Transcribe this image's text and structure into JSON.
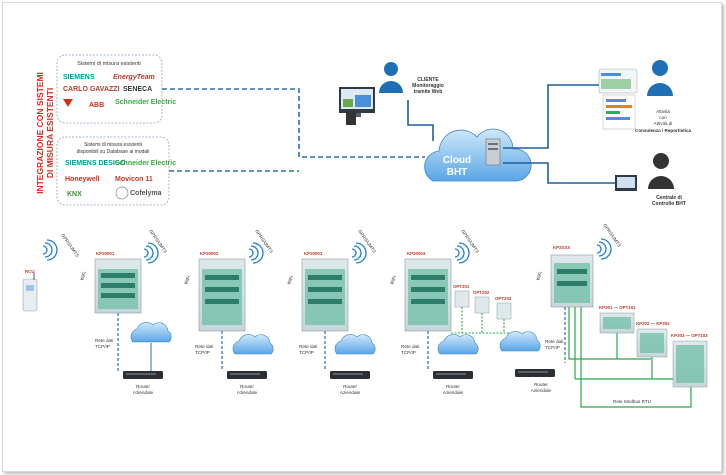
{
  "integration": {
    "title_line1": "INTEGRAZIONE CON SISTEMI",
    "title_line2": "DI MISURA ESISTENTI",
    "box1_title": "Sistemi di misura esistenti",
    "box1_brands": [
      "SIEMENS",
      "EnergyTeam",
      "CARLO GAVAZZI",
      "SENECA",
      "ABB",
      "Schneider Electric"
    ],
    "box2_title_line1": "Sistemi di misura esistenti",
    "box2_title_line2": "disponibili su Database ai modali",
    "box2_brands": [
      "SIEMENS DESIGO",
      "Schneider Electric",
      "Honeywell",
      "Movicon 11",
      "KNX",
      "Cofelyma"
    ]
  },
  "cloud_label_line1": "Cloud",
  "cloud_label_line2": "BHT",
  "client": {
    "line1": "CLIENTE",
    "line2": "Monitoraggio",
    "line3": "tramite Web"
  },
  "support": {
    "line1": "Attività",
    "line2": "con",
    "line3": "Attività di",
    "line4": "Consulenza / Reportistica"
  },
  "control": {
    "line1": "Centrale di",
    "line2": "Controllo BHT"
  },
  "rcu_label": "RCU",
  "gprs_label": "GPRS/UMTS",
  "wifi_label": "WiFi",
  "panels": [
    {
      "tag": "KP20001",
      "net1": "Rete dati",
      "net2": "TCP/IP",
      "router1": "Router",
      "router2": "Aziendale"
    },
    {
      "tag": "KP20002",
      "net1": "Rete dati",
      "net2": "TCP/IP",
      "router1": "Router",
      "router2": "Aziendale"
    },
    {
      "tag": "KP20003",
      "net1": "Rete dati",
      "net2": "TCP/IP",
      "router1": "Router",
      "router2": "Aziendale"
    },
    {
      "tag": "KP20004",
      "net1": "Rete dati",
      "net2": "TCP/IP",
      "router1": "Router",
      "router2": "Aziendale"
    },
    {
      "tag": "KP2XXX",
      "net1": "Rete dati",
      "net2": "TCP/IP",
      "router1": "Router",
      "router2": "Aziendale"
    }
  ],
  "small_devices": [
    "OPT201",
    "OPT202",
    "OPT203"
  ],
  "sub_panels": [
    "KP201 — OPT101",
    "KP202 — KP202",
    "KP203 — OPT103"
  ],
  "rtu_label": "Rete Modbus RTU",
  "colors": {
    "blue_line": "#1f5e9e",
    "dashed": "#2a6db5",
    "green_line": "#28a84a",
    "panel_green": "#6fbfa5",
    "title_red": "#d62c1c"
  }
}
